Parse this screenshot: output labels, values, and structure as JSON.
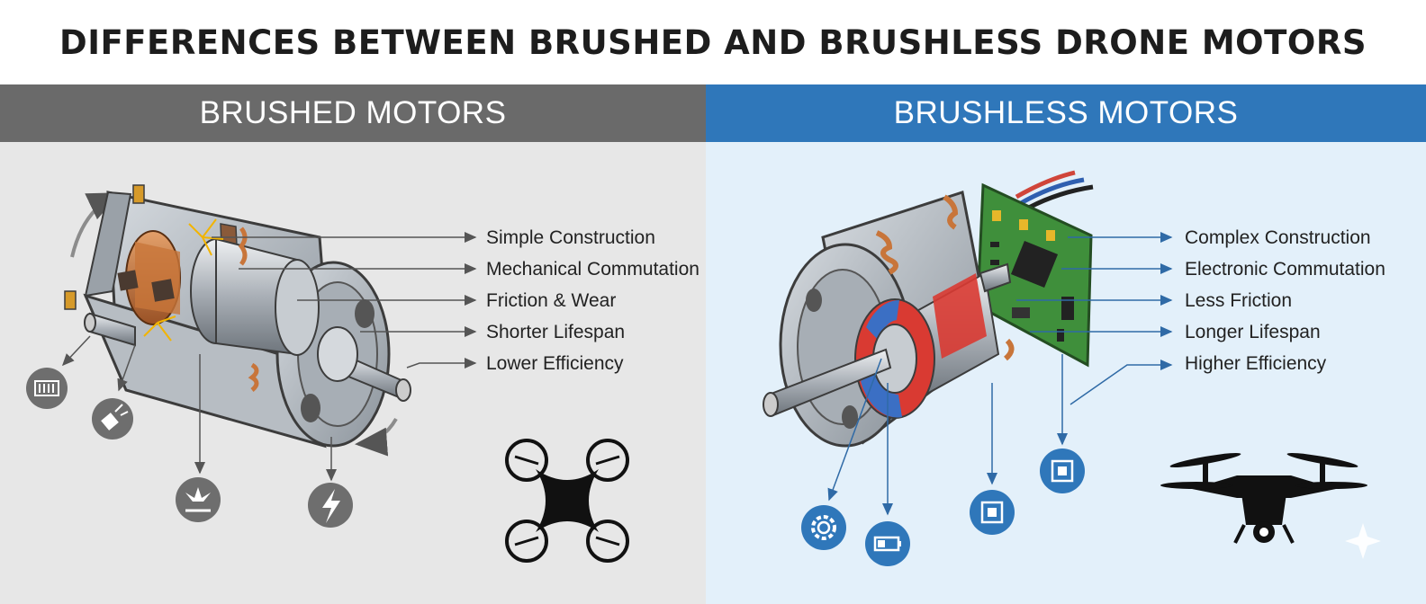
{
  "title": "DIFFERENCES BETWEEN BRUSHED AND BRUSHLESS DRONE MOTORS",
  "brushed": {
    "heading": "BRUSHED MOTORS",
    "features": [
      "Simple Construction",
      "Mechanical Commutation",
      "Friction & Wear",
      "Shorter Lifespan",
      "Lower Efficiency"
    ],
    "icons": [
      "battery-icon",
      "spark-plug-icon",
      "sparks-icon",
      "lightning-bolt-icon",
      "quadcopter-icon"
    ]
  },
  "brushless": {
    "heading": "BRUSHLESS MOTORS",
    "features": [
      "Complex Construction",
      "Electronic Commutation",
      "Less Friction",
      "Longer Lifespan",
      "Higher Efficiency"
    ],
    "icons": [
      "gear-icon",
      "battery-icon",
      "chip-icon",
      "chip-icon",
      "drone-with-camera-icon"
    ]
  },
  "colors": {
    "brushed_header": "#6a6a6a",
    "brushless_header": "#2f77ba",
    "brushed_bg": "#e7e7e7",
    "brushless_bg": "#e3f0fa",
    "copper": "#c8753a",
    "magnet_red": "#d93a32",
    "magnet_blue": "#3b6fc4",
    "pcb_green": "#3f8f3b"
  }
}
